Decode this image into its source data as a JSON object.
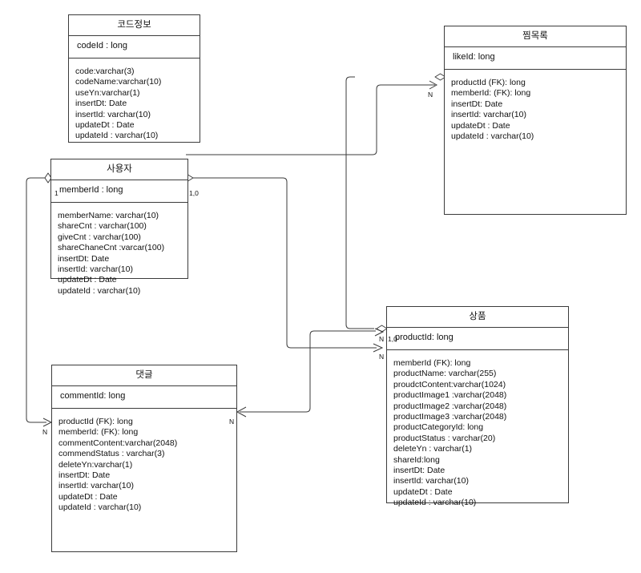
{
  "diagram": {
    "type": "entity-relationship-diagram",
    "notation": "crow-foot / diamond",
    "line_color": "#3b3b3b",
    "background": "#ffffff"
  },
  "entities": [
    {
      "id": "code",
      "title": "코드정보",
      "pk": "codeId : long",
      "attributes": [
        "code:varchar(3)",
        "codeName:varchar(10)",
        "useYn:varchar(1)",
        "insertDt: Date",
        "insertId: varchar(10)",
        "updateDt : Date",
        "updateId : varchar(10)"
      ]
    },
    {
      "id": "like",
      "title": "찜목록",
      "pk": "likeId: long",
      "attributes": [
        "productId (FK): long",
        "memberId: (FK): long",
        "insertDt: Date",
        "insertId: varchar(10)",
        "updateDt : Date",
        "updateId : varchar(10)"
      ]
    },
    {
      "id": "member",
      "title": "사용자",
      "pk": "memberId : long",
      "attributes": [
        "memberName: varchar(10)",
        "shareCnt : varchar(100)",
        "giveCnt : varchar(100)",
        "shareChaneCnt :varcar(100)",
        "insertDt: Date",
        "insertId: varchar(10)",
        "updateDt : Date",
        "updateId : varchar(10)"
      ]
    },
    {
      "id": "product",
      "title": "상품",
      "pk": "productId: long",
      "attributes": [
        "memberId (FK): long",
        "productName: varchar(255)",
        "proudctContent:varchar(1024)",
        "productImage1 :varchar(2048)",
        "productImage2 :varchar(2048)",
        "productImage3 :varchar(2048)",
        "productCategoryId: long",
        "productStatus : varchar(20)",
        "deleteYn : varchar(1)",
        "shareId:long",
        "insertDt: Date",
        "insertId: varchar(10)",
        "updateDt : Date",
        "updateId : varchar(10)"
      ]
    },
    {
      "id": "comment",
      "title": "댓글",
      "pk": "commentId: long",
      "attributes": [
        "productId (FK): long",
        "memberId: (FK): long",
        "commentContent:varchar(2048)",
        "commendStatus : varchar(3)",
        "deleteYn:varchar(1)",
        "insertDt: Date",
        "insertId: varchar(10)",
        "updateDt : Date",
        "updateId : varchar(10)"
      ]
    }
  ],
  "cardinality_labels": [
    {
      "id": "member-left-one",
      "text": "1"
    },
    {
      "id": "member-right-onezero",
      "text": "1,0"
    },
    {
      "id": "like-memberid-n",
      "text": "N"
    },
    {
      "id": "product-pk-onezero",
      "text": "1,0"
    },
    {
      "id": "product-pk-n",
      "text": "N"
    },
    {
      "id": "product-memberid-n",
      "text": "N"
    },
    {
      "id": "comment-memberid-n",
      "text": "N"
    },
    {
      "id": "comment-right-n",
      "text": "N"
    }
  ],
  "relationships": [
    {
      "id": "like-product",
      "from": "찜목록.productId (FK)",
      "to": "상품.productId",
      "from_symbol": "diamond",
      "to_symbol": "diamond"
    },
    {
      "id": "member-like",
      "from": "사용자",
      "to": "찜목록.memberId",
      "from_symbol": "line",
      "to_symbol": "crowfoot-N"
    },
    {
      "id": "member-product",
      "from": "사용자.memberId",
      "to": "상품.memberId",
      "from_symbol": "diamond",
      "to_symbol": "crowfoot-N"
    },
    {
      "id": "member-comment",
      "from": "사용자.memberId",
      "to": "댓글.memberId",
      "from_symbol": "diamond",
      "to_symbol": "crowfoot-N"
    },
    {
      "id": "product-comment",
      "from": "상품.productId",
      "to": "댓글",
      "from_symbol": "diamond",
      "to_symbol": "crowfoot-N"
    }
  ]
}
